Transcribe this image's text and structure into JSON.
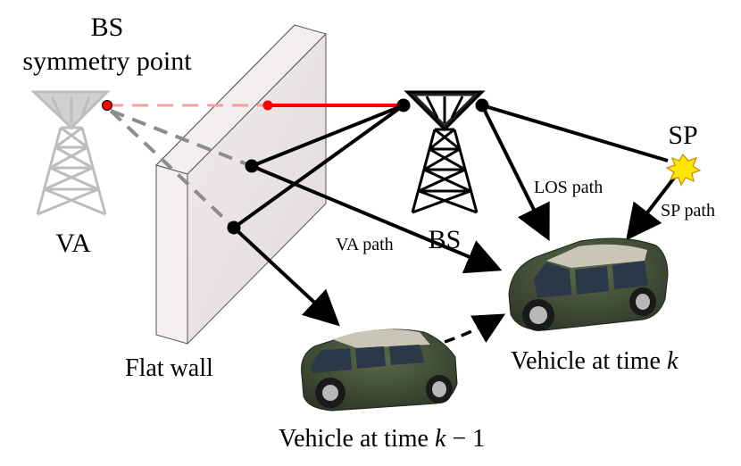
{
  "labels": {
    "bs_symmetry_line1": "BS",
    "bs_symmetry_line2": "symmetry point",
    "va": "VA",
    "bs": "BS",
    "sp": "SP",
    "los_path": "LOS path",
    "sp_path": "SP path",
    "va_path": "VA path",
    "flat_wall": "Flat wall",
    "vehicle_k_prefix": "Vehicle at time ",
    "vehicle_k_var": "k",
    "vehicle_km1_prefix": "Vehicle at time ",
    "vehicle_km1_var": "k",
    "vehicle_km1_suffix": " − 1"
  },
  "colors": {
    "virtual_path": "#ff0000",
    "virtual_path_faded": "#f4a0a0",
    "va_tower": "#bdbdbd",
    "wall_face": "#e9e4e4",
    "wall_side": "#f6f2f2",
    "bs_tower": "#000000",
    "sp_star": "#ffe600",
    "vehicle_body": "#3f4a34"
  },
  "icons": {
    "bs": "cell-tower-icon",
    "va": "virtual-anchor-tower-icon",
    "sp": "scatter-point-star-icon",
    "vehicle": "car-icon"
  }
}
